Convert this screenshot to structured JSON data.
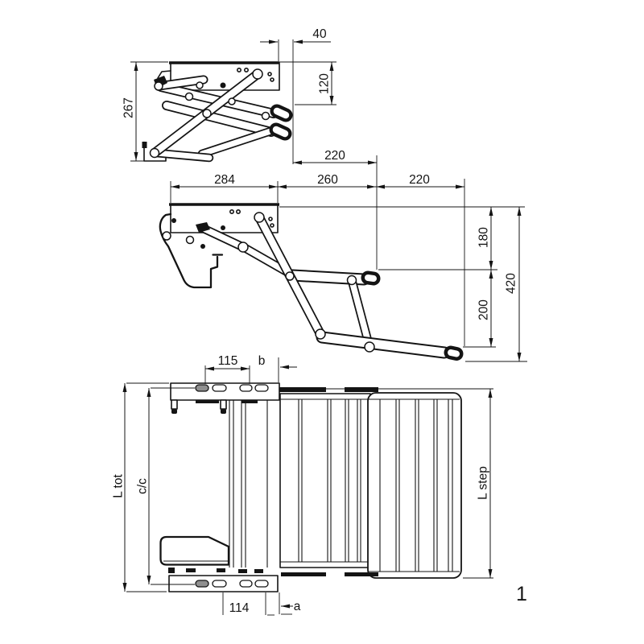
{
  "sheet": {
    "number": "1"
  },
  "colors": {
    "line": "#141414",
    "background": "#ffffff",
    "slot_fill": "#8f8f8f"
  },
  "views": {
    "folded_side": {
      "dims": [
        "40",
        "120",
        "267",
        "220"
      ]
    },
    "extended_side": {
      "dims": [
        "284",
        "260",
        "220",
        "180",
        "200",
        "420"
      ]
    },
    "plan": {
      "dims": [
        "115",
        "b",
        "114",
        "a",
        "L tot",
        "c/c",
        "L step"
      ]
    }
  },
  "dims": {
    "d40": "40",
    "d120": "120",
    "d267": "267",
    "d220_top": "220",
    "d284": "284",
    "d260": "260",
    "d220_mid": "220",
    "d180": "180",
    "d200": "200",
    "d420": "420",
    "d115": "115",
    "db": "b",
    "d114": "114",
    "da": "a",
    "ltot": "L tot",
    "cc": "c/c",
    "lstep": "L step"
  }
}
